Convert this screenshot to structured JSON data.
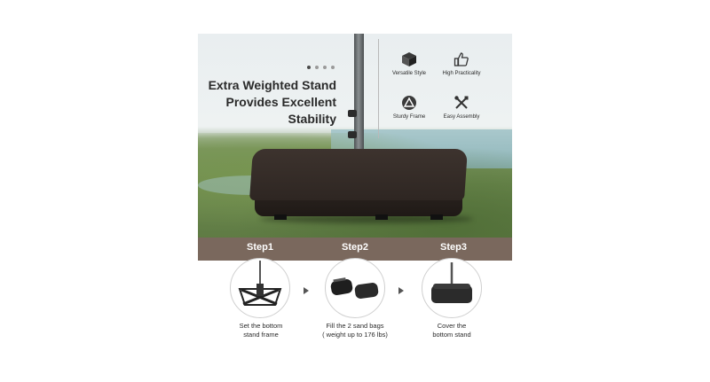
{
  "headline": [
    "Extra Weighted Stand",
    "Provides Excellent",
    "Stability"
  ],
  "carousel": {
    "dot_count": 4,
    "active_index": 0
  },
  "features": [
    {
      "label": "Versatile Style",
      "icon": "cube-icon"
    },
    {
      "label": "High Practicality",
      "icon": "thumbs-up-icon"
    },
    {
      "label": "Sturdy Frame",
      "icon": "triangle-icon"
    },
    {
      "label": "Easy Assembly",
      "icon": "tools-icon"
    }
  ],
  "steps": [
    {
      "title": "Step1",
      "caption_lines": [
        "Set the bottom",
        "stand frame"
      ]
    },
    {
      "title": "Step2",
      "caption_lines": [
        "Fill the 2 sand bags",
        "( weight up to 176 lbs)"
      ]
    },
    {
      "title": "Step3",
      "caption_lines": [
        "Cover the",
        "bottom stand"
      ]
    }
  ],
  "colors": {
    "band": "#7a685d",
    "base": "#2e2622",
    "text": "#2a2a2a"
  }
}
